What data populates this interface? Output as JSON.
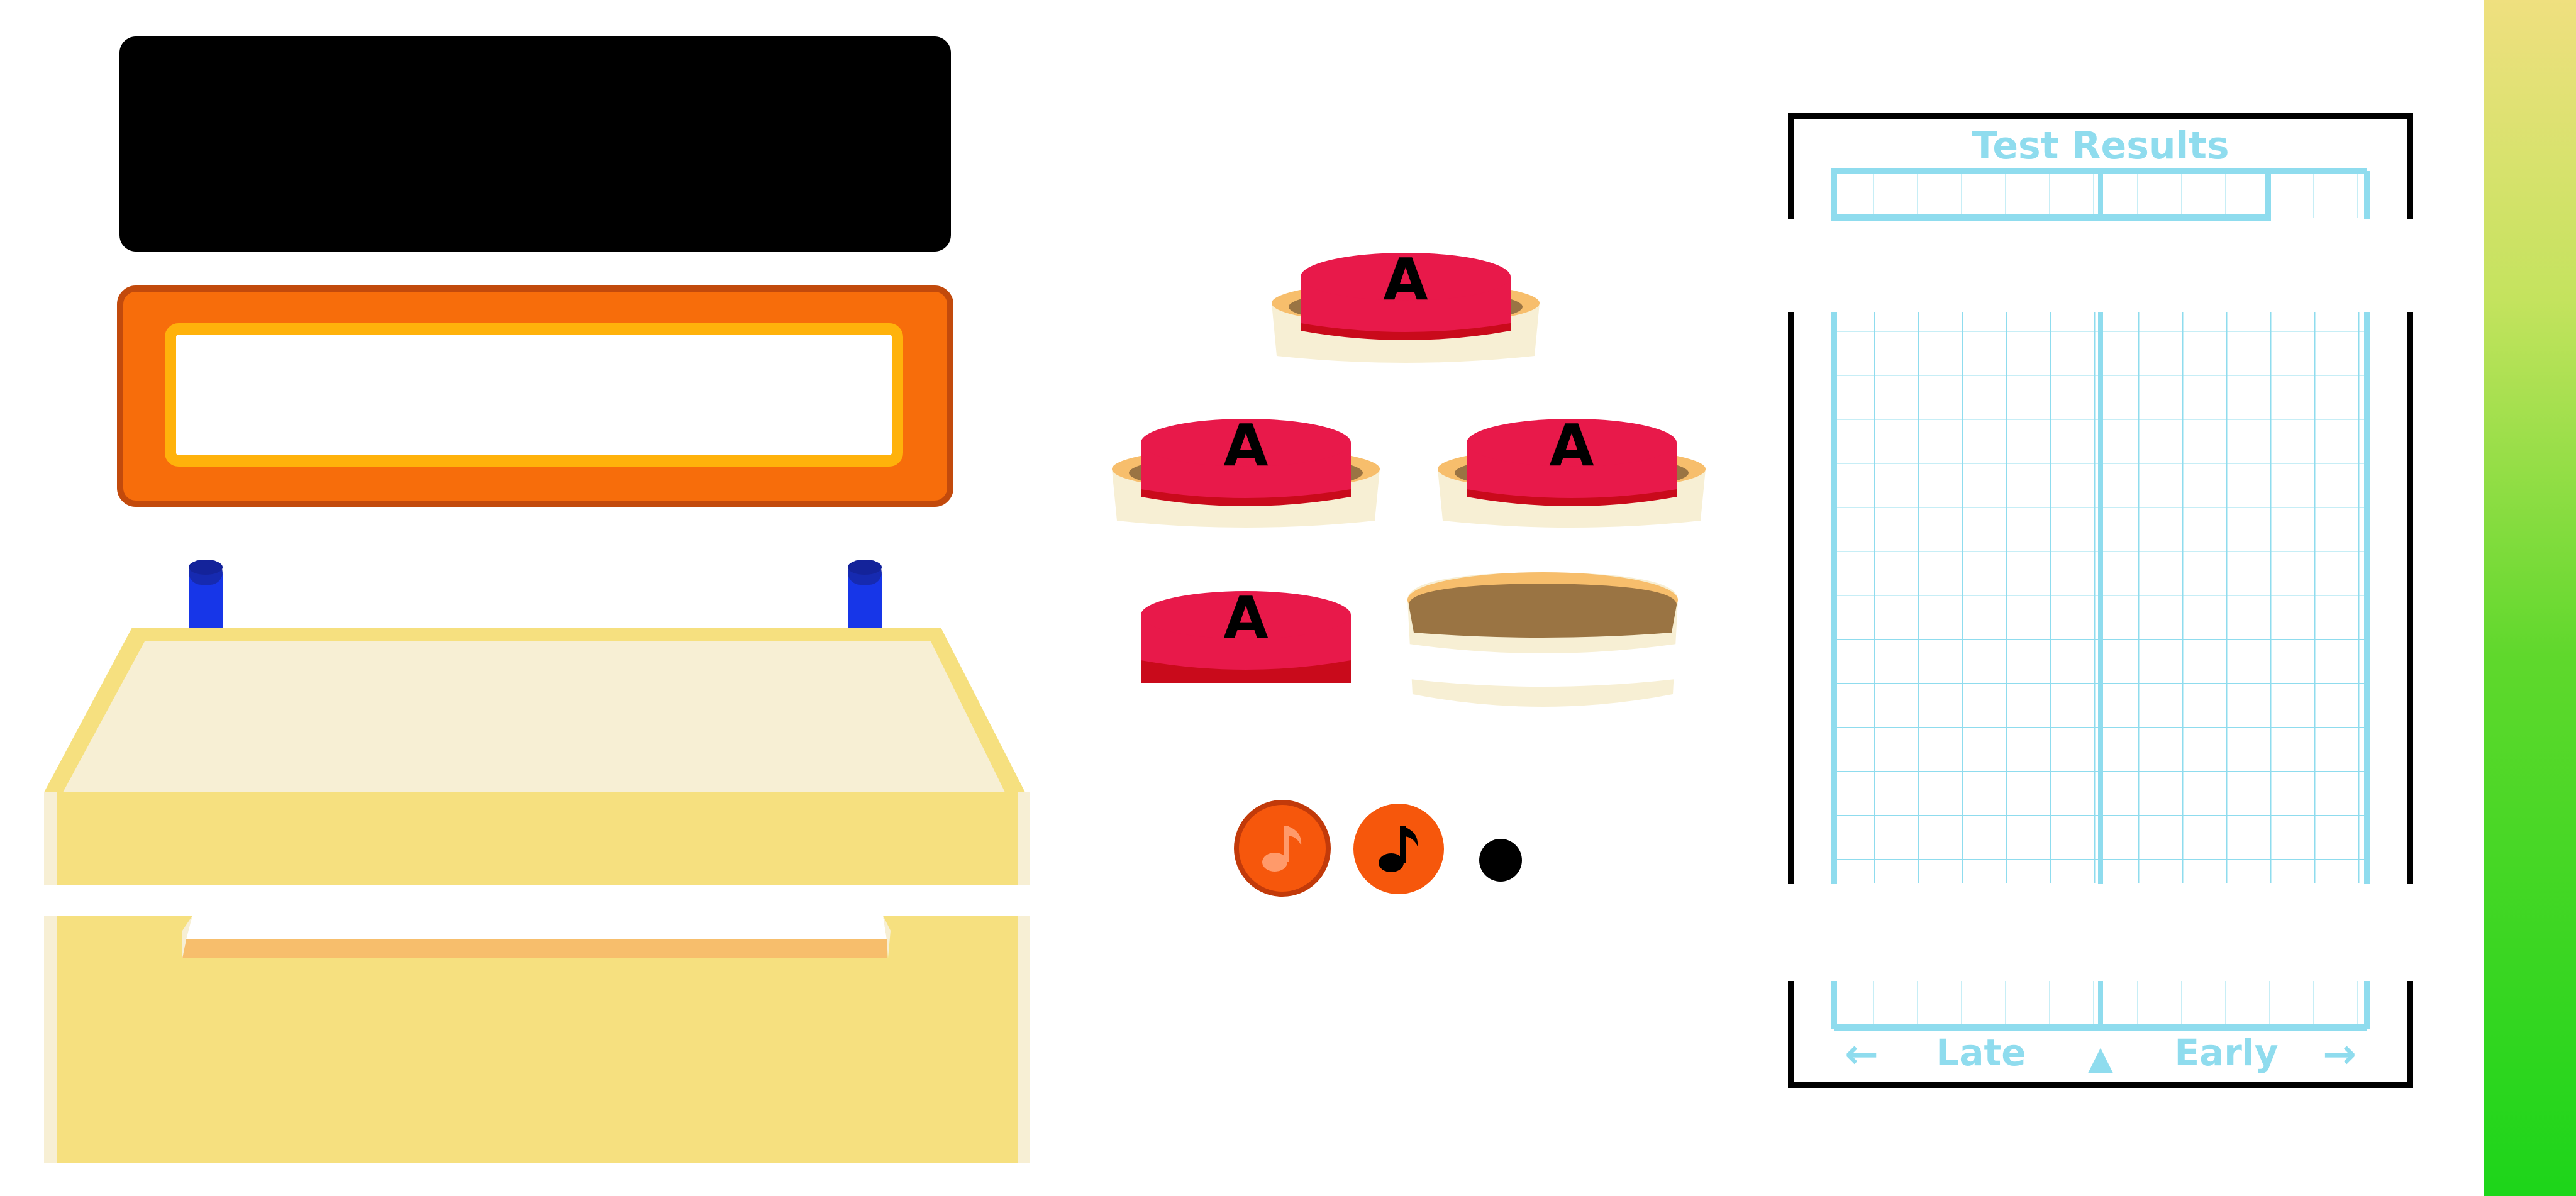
{
  "results": {
    "title": "Test Results",
    "late_label": "Late",
    "early_label": "Early",
    "left_arrow": "←",
    "right_arrow": "→",
    "center_marker": "▲"
  },
  "buttons": [
    {
      "letter": "A",
      "state": "raised"
    },
    {
      "letter": "A",
      "state": "raised"
    },
    {
      "letter": "A",
      "state": "raised"
    },
    {
      "letter": "A",
      "state": "raised-no-base"
    },
    {
      "letter": "",
      "state": "empty-base"
    }
  ],
  "sound": {
    "icon_1": "♪",
    "icon_2": "♪"
  },
  "colors": {
    "button_red": "#e8194a",
    "button_dark_red": "#c90a1b",
    "base_cream": "#f7efd4",
    "base_tan": "#f7be6c",
    "hole_brown": "#9a7443",
    "crate_yellow": "#f6e07f",
    "grid_cyan": "#8fdcee",
    "post_blue": "#1736e8"
  }
}
